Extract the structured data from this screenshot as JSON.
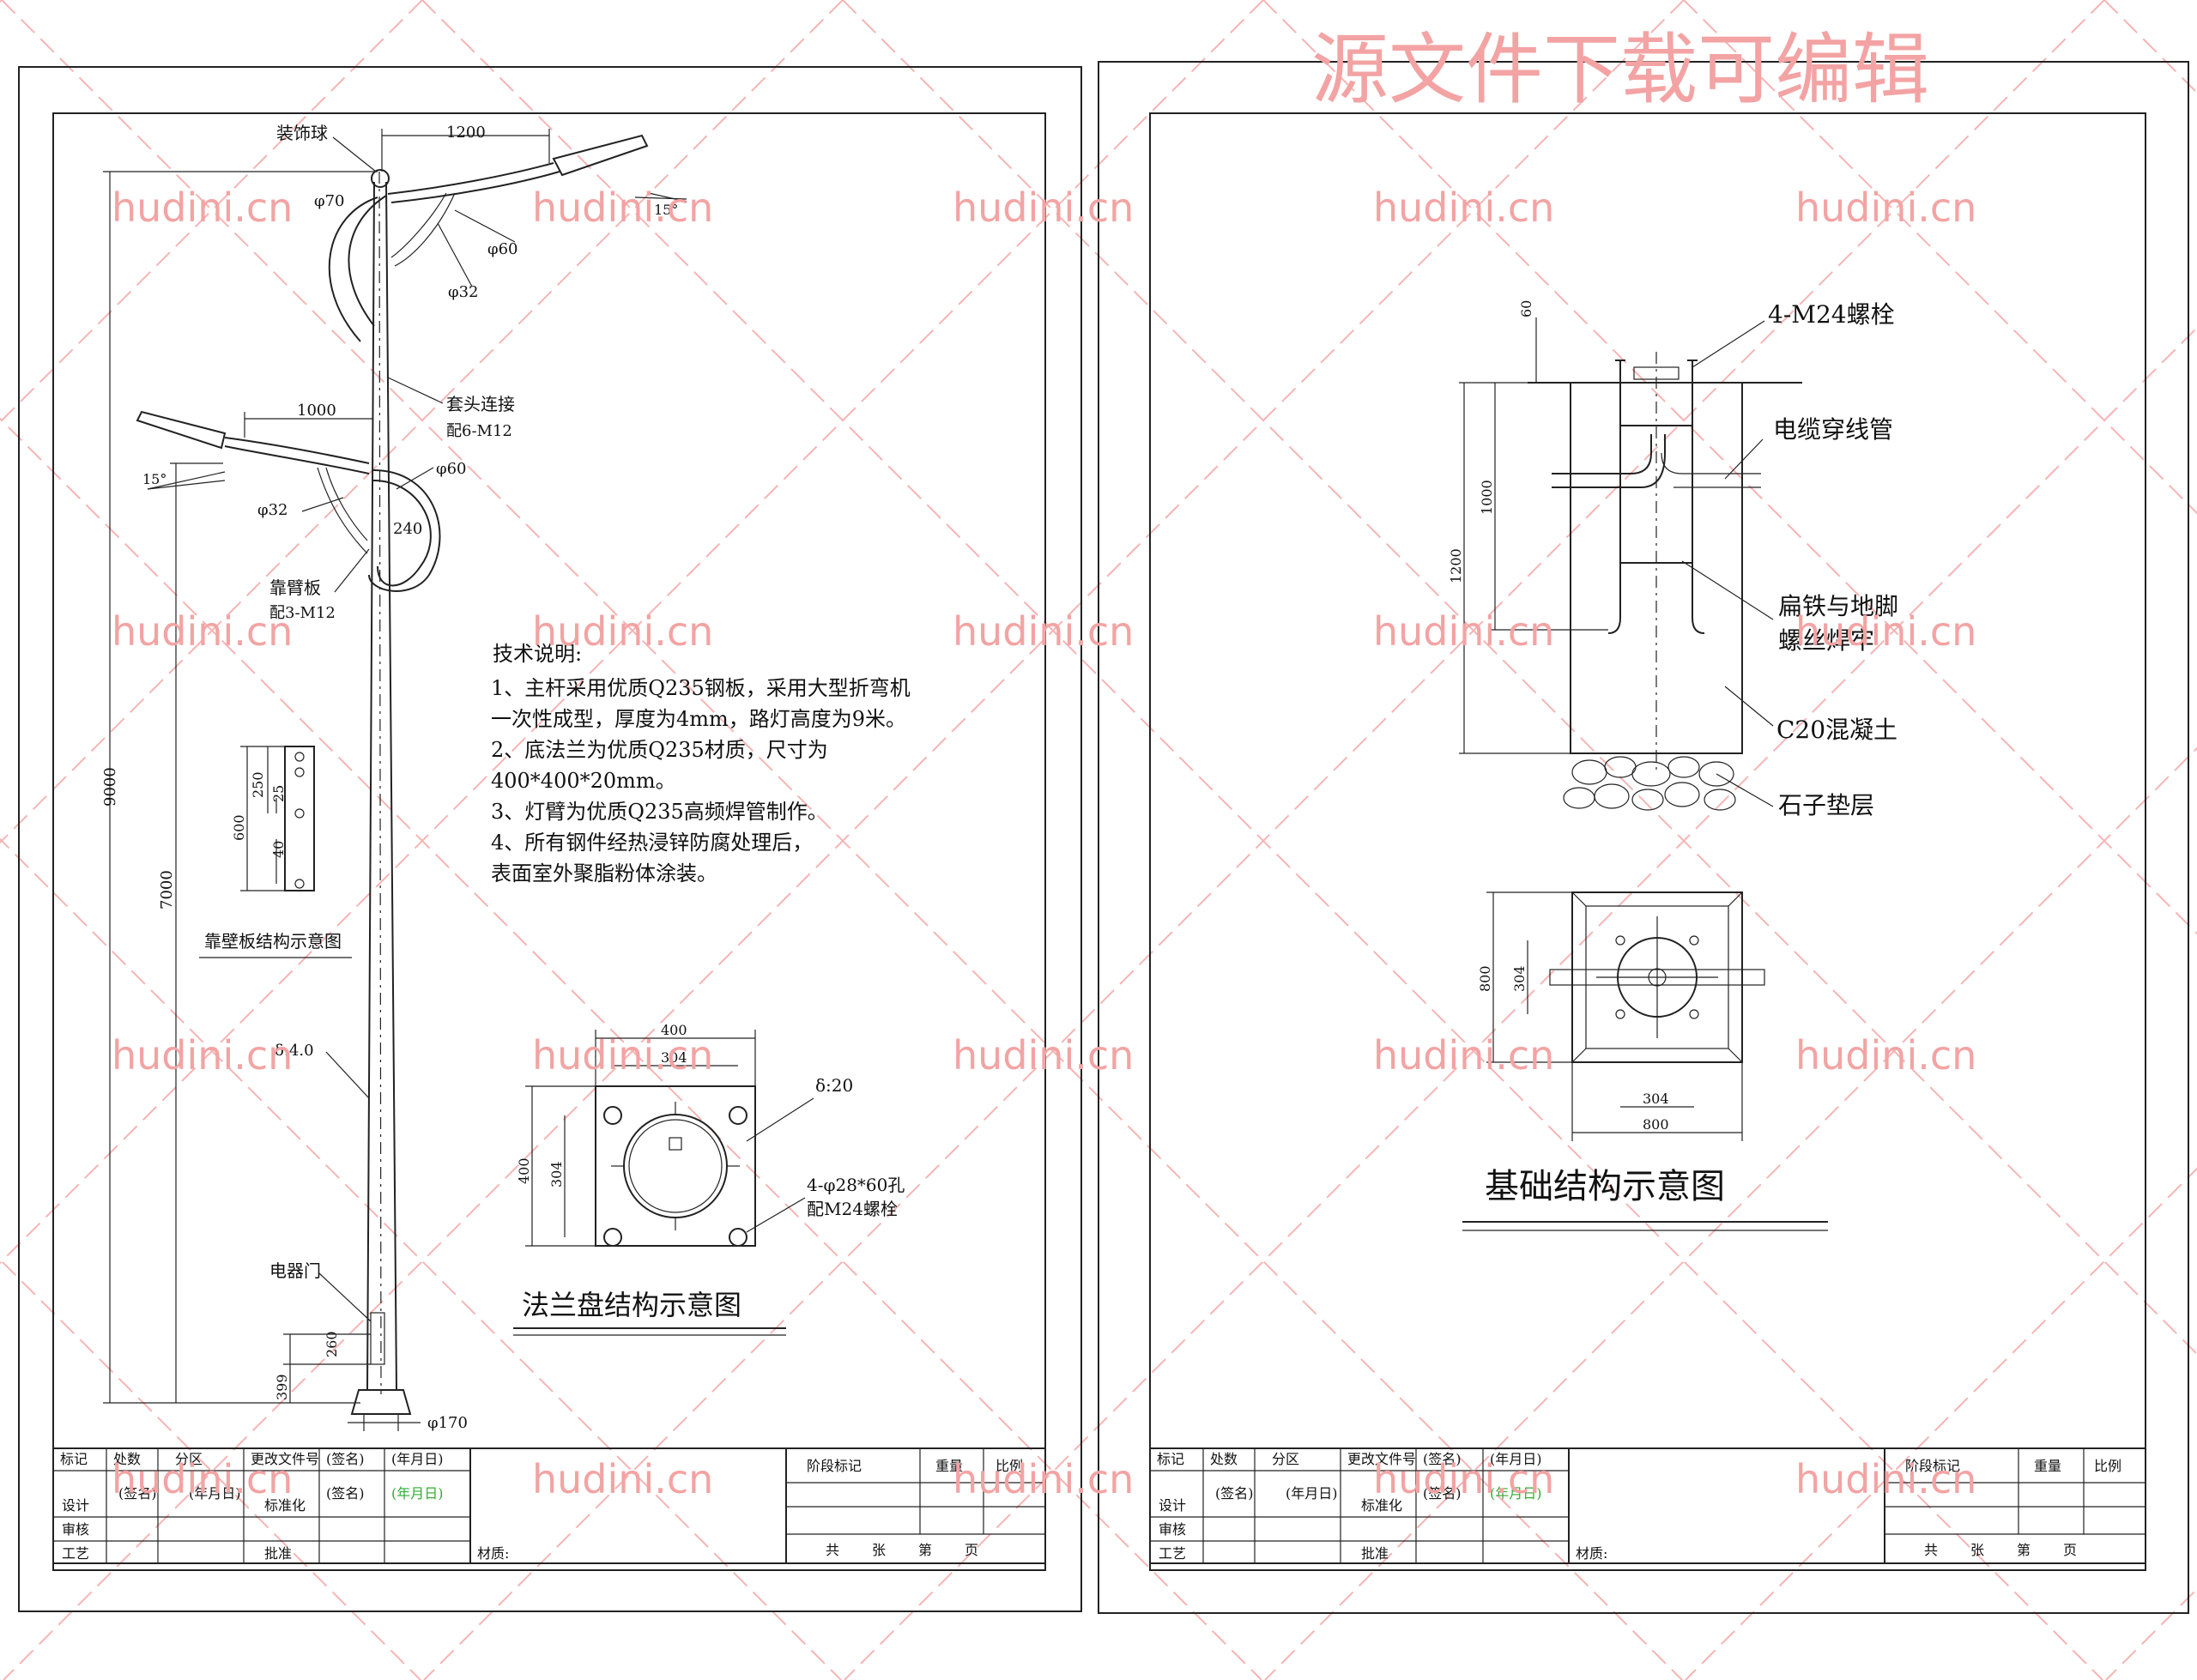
{
  "watermark": {
    "banner": "源文件下载可编辑",
    "site": "hudini.cn",
    "color": "#f3a3a3"
  },
  "left_sheet": {
    "pole_labels": {
      "ball": "装饰球",
      "arm_top_len": "1200",
      "d70": "φ70",
      "d60_top": "φ60",
      "d32_top": "φ32",
      "angle_top": "15°",
      "sleeve": "套头连接",
      "sleeve_bolt": "配6-M12",
      "arm_low_len": "1000",
      "d60_low": "φ60",
      "angle_low": "15°",
      "d32_low": "φ32",
      "dim240": "240",
      "plate": "靠臂板",
      "plate_bolt": "配3-M12",
      "h9000": "9000",
      "h7000": "7000",
      "thick": "δ:4.0",
      "door": "电器门",
      "door_h": "260",
      "door_b": "399",
      "d170": "φ170"
    },
    "plate_detail": {
      "d250": "250",
      "d25": "25",
      "d600": "600",
      "d40": "40",
      "caption": "靠壁板结构示意图"
    },
    "notes": {
      "title": "技术说明:",
      "lines": [
        "1、主杆采用优质Q235钢板，采用大型折弯机",
        "一次性成型，厚度为4mm，路灯高度为9米。",
        "2、底法兰为优质Q235材质，尺寸为",
        "400*400*20mm。",
        "3、灯臂为优质Q235高频焊管制作。",
        "4、所有钢件经热浸锌防腐处理后，",
        "表面室外聚脂粉体涂装。"
      ]
    },
    "flange": {
      "w400": "400",
      "w304": "304",
      "h400": "400",
      "h304": "304",
      "thick": "δ:20",
      "holes": "4-φ28*60孔",
      "bolts": "配M24螺栓",
      "caption": "法兰盘结构示意图"
    },
    "title_block": {
      "row1": [
        "标记",
        "处数",
        "分区",
        "更改文件号",
        "(签名)",
        "(年月日)"
      ],
      "design": "设计",
      "sign": "(签名)",
      "date": "(年月日)",
      "std": "标准化",
      "sign2": "(签名)",
      "date2": "(年月日)",
      "review": "审核",
      "craft": "工艺",
      "approve": "批准",
      "material": "材质:",
      "stage": "阶段标记",
      "weight": "重量",
      "scale": "比例",
      "total": "共",
      "zhang": "张",
      "di": "第",
      "ye": "页"
    }
  },
  "right_sheet": {
    "foundation": {
      "bolts": "4-M24螺栓",
      "cable": "电缆穿线管",
      "flat_iron_1": "扁铁与地脚",
      "flat_iron_2": "螺丝焊牢",
      "concrete": "C20混凝土",
      "gravel": "石子垫层",
      "d60": "60",
      "d1000": "1000",
      "d1200": "1200"
    },
    "plan": {
      "d800_v": "800",
      "d304_v": "304",
      "d304_h": "304",
      "d800_h": "800"
    },
    "caption": "基础结构示意图",
    "title_block": {
      "row1": [
        "标记",
        "处数",
        "分区",
        "更改文件号",
        "(签名)",
        "(年月日)"
      ],
      "design": "设计",
      "sign": "(签名)",
      "date": "(年月日)",
      "std": "标准化",
      "sign2": "(签名)",
      "date2": "(年月日)",
      "review": "审核",
      "craft": "工艺",
      "approve": "批准",
      "material": "材质:",
      "stage": "阶段标记",
      "weight": "重量",
      "scale": "比例",
      "total": "共",
      "zhang": "张",
      "di": "第",
      "ye": "页"
    }
  }
}
